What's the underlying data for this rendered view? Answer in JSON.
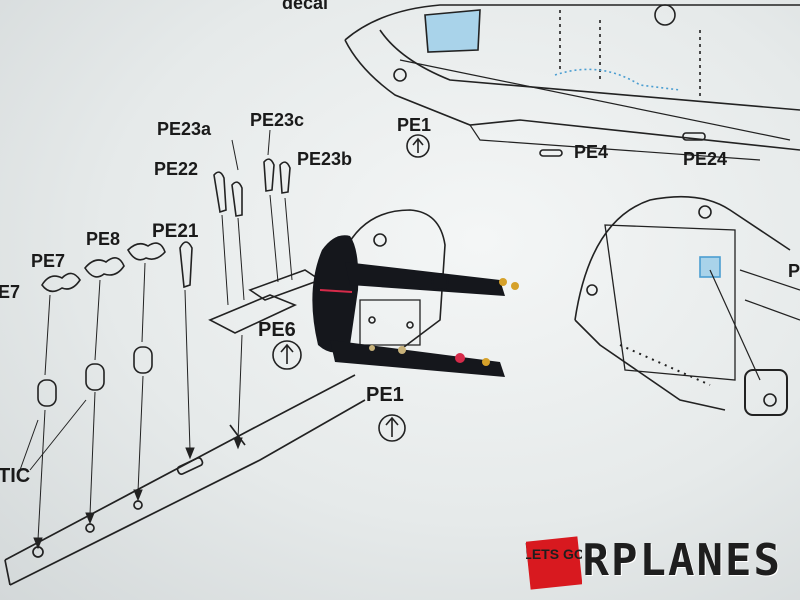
{
  "labels": {
    "decal": "decal",
    "pe23a": "PE23a",
    "pe23c": "PE23c",
    "pe1_top": "PE1",
    "pe22": "PE22",
    "pe23b": "PE23b",
    "pe4": "PE4",
    "pe24": "PE24",
    "pe8": "PE8",
    "pe21": "PE21",
    "pe7_a": "PE7",
    "pe7_b": "E7",
    "pe6": "PE6",
    "pe1_mid": "PE1",
    "tic": "TIC",
    "right_edge": "P"
  },
  "watermark": {
    "text": "WARPLANES",
    "logo_text": "LETS GO"
  },
  "colors": {
    "paper": "#e9ecec",
    "ink": "#1a1a1a",
    "decal_blue": "#a9d3ea",
    "panel_black": "#15171c",
    "accent_red": "#d62b4a",
    "logo_red": "#d8191f"
  },
  "icons": {
    "arrow_badge": "up-arrow-in-circle-icon"
  }
}
